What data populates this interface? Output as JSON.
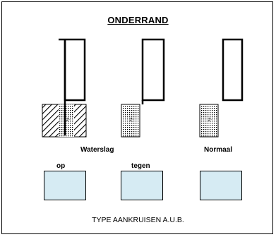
{
  "title": "ONDERRAND",
  "diagrams": [
    {
      "id": "waterslag-op",
      "sill_label": "??"
    },
    {
      "id": "waterslag-tegen",
      "sill_label": "??"
    },
    {
      "id": "normaal",
      "sill_label": "??"
    }
  ],
  "labels": {
    "waterslag": "Waterslag",
    "normaal": "Normaal",
    "op": "op",
    "tegen": "tegen"
  },
  "choices": [
    {
      "name": "op-checkbox",
      "checked": false
    },
    {
      "name": "tegen-checkbox",
      "checked": false
    },
    {
      "name": "normaal-checkbox",
      "checked": false
    }
  ],
  "footer": "TYPE AANKRUISEN A.U.B.",
  "colors": {
    "checkbox_fill": "#d6ebf3",
    "line": "#000000"
  }
}
